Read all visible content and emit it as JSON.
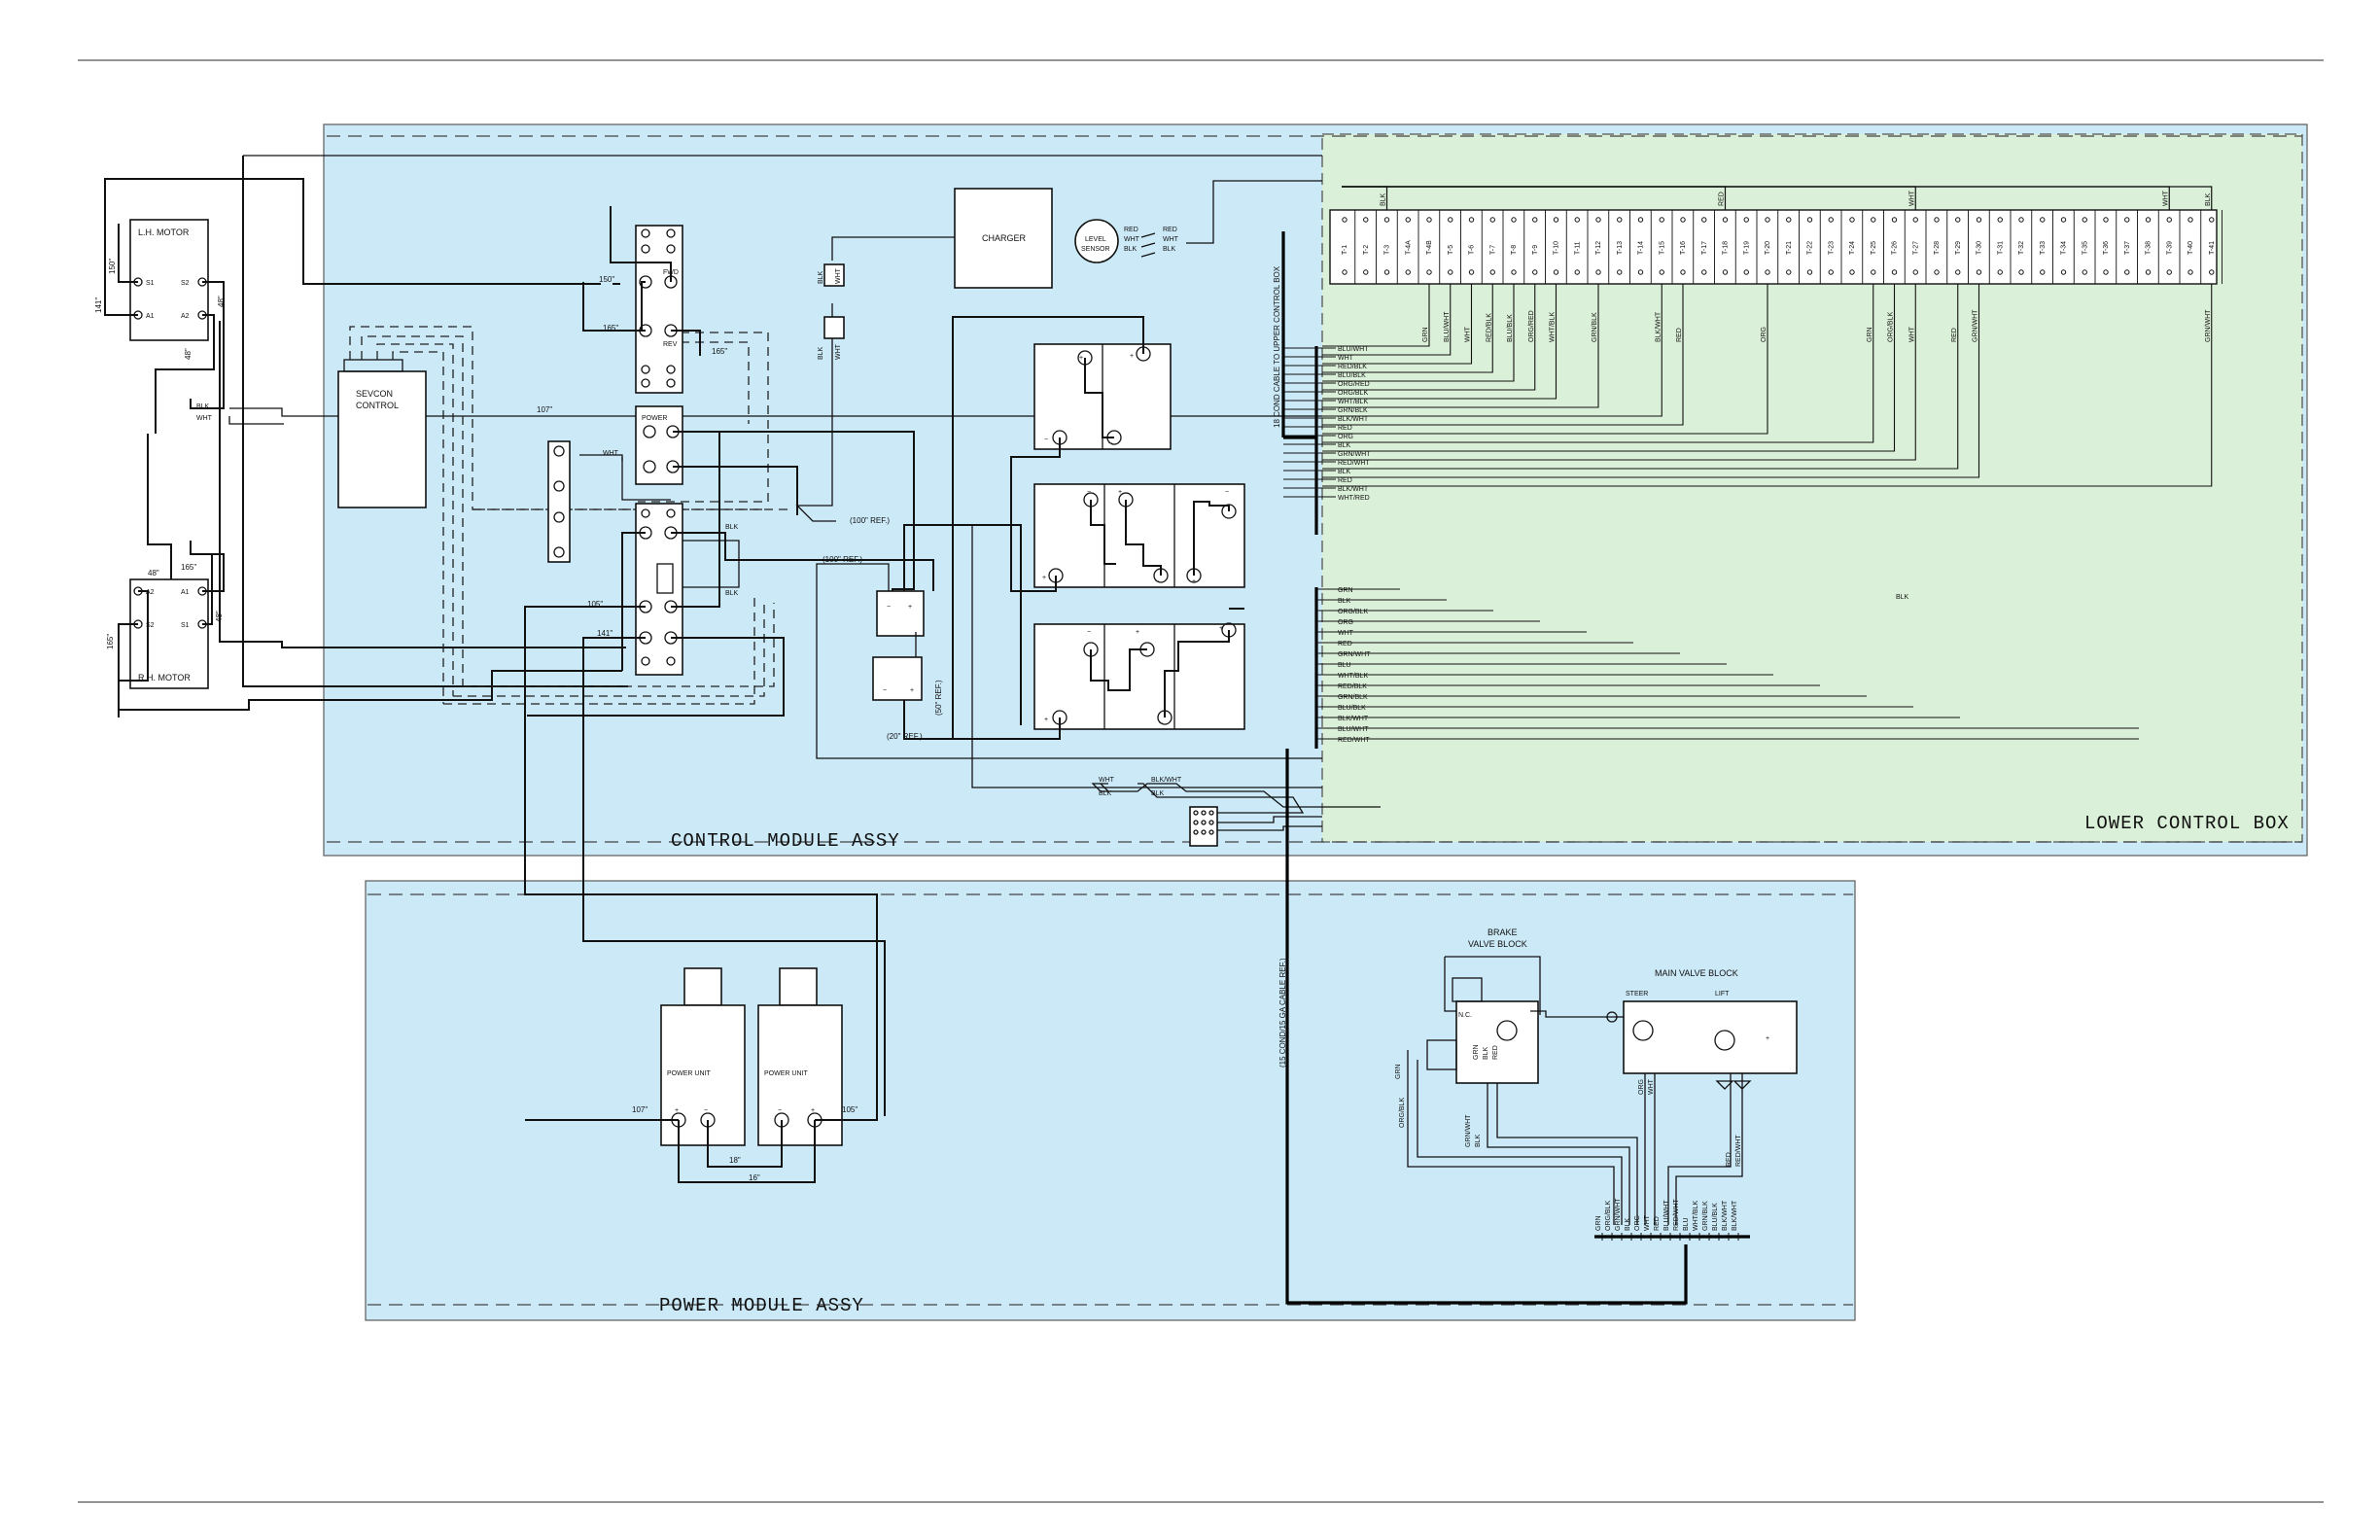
{
  "modules": {
    "control": "CONTROL MODULE ASSY",
    "lower": "LOWER CONTROL BOX",
    "power": "POWER MODULE ASSY"
  },
  "components": {
    "lh_motor": "L.H. MOTOR",
    "rh_motor": "R.H. MOTOR",
    "sevcon": [
      "SEVCON",
      "CONTROL"
    ],
    "charger": "CHARGER",
    "level_sensor": [
      "LEVEL",
      "SENSOR"
    ],
    "power_unit": "POWER UNIT",
    "brake_valve": [
      "BRAKE",
      "VALVE BLOCK"
    ],
    "main_valve": "MAIN VALVE BLOCK",
    "steer": "STEER",
    "lift": "LIFT",
    "nc": "N.C.",
    "fwd": "FWD",
    "rev": "REV",
    "power_contactor": "POWER"
  },
  "cable_labels": {
    "upper_cable": "18 COND CABLE TO UPPER CONTROL BOX",
    "power_cable": "(15 COND/15 GA CABLE REF.)",
    "ref_100a": "(100\" REF.)",
    "ref_100b": "(100\" REF.)",
    "ref_50": "(50\" REF.)",
    "ref_20": "(20\" REF.)"
  },
  "lengths": {
    "l141_top": "141\"",
    "l150_lh": "150\"",
    "l48_a": "48\"",
    "l48_b": "48\"",
    "l48_c": "48\"",
    "l48_d": "48\"",
    "l165_rh": "165\"",
    "l165_mid": "165\"",
    "l165_right": "165\"",
    "l150_mid": "150\"",
    "l107": "107\"",
    "l105": "105\"",
    "l141_mid": "141\"",
    "l107_pu": "107\"",
    "l105_pu": "105\"",
    "l18": "18\"",
    "l16": "16\""
  },
  "motor_terminals": [
    "S1",
    "S2",
    "A1",
    "A2",
    "A2",
    "S2",
    "A1",
    "S1"
  ],
  "terminals": [
    "T-1",
    "T-2",
    "T-3",
    "T-4A",
    "T-4B",
    "T-5",
    "T-6",
    "T-7",
    "T-8",
    "T-9",
    "T-10",
    "T-11",
    "T-12",
    "T-13",
    "T-14",
    "T-15",
    "T-16",
    "T-17",
    "T-18",
    "T-19",
    "T-20",
    "T-21",
    "T-22",
    "T-23",
    "T-24",
    "T-25",
    "T-26",
    "T-27",
    "T-28",
    "T-29",
    "T-30",
    "T-31",
    "T-32",
    "T-33",
    "T-34",
    "T-35",
    "T-36",
    "T-37",
    "T-38",
    "T-39",
    "T-40",
    "T-41"
  ],
  "upper_wires": [
    "BLU/WHT",
    "WHT",
    "RED/BLK",
    "BLU/BLK",
    "ORG/RED",
    "ORG/BLK",
    "WHT/BLK",
    "GRN/BLK",
    "BLK/WHT",
    "RED",
    "ORG",
    "BLK",
    "GRN/WHT",
    "RED/WHT",
    "BLK",
    "RED",
    "BLK/WHT",
    "WHT/RED"
  ],
  "power_wires": [
    "GRN",
    "BLK",
    "ORG/BLK",
    "ORG",
    "WHT",
    "RED",
    "GRN/WHT",
    "BLU",
    "WHT/BLK",
    "RED/BLK",
    "GRN/BLK",
    "BLU/BLK",
    "BLK/WHT",
    "BLU/WHT",
    "RED/WHT"
  ],
  "drop_labels": [
    "GRN",
    "BLU/WHT",
    "WHT",
    "RED/BLK",
    "BLU/BLK",
    "ORG/RED",
    "WHT/BLK",
    "GRN/BLK",
    "BLK/WHT",
    "RED",
    "ORG",
    "GRN",
    "ORG/BLK",
    "WHT",
    "RED",
    "GRN/WHT",
    "GRN/WHT"
  ],
  "top_labels": [
    "BLK",
    "RED",
    "WHT",
    "WHT",
    "BLK"
  ],
  "sensor_wires": [
    "RED",
    "WHT",
    "BLK"
  ],
  "small_labels": {
    "blk": "BLK",
    "wht": "WHT",
    "blk_wht": "BLK/WHT",
    "grn": "GRN",
    "org_blk": "ORG/BLK",
    "red": "RED",
    "org": "ORG",
    "red_wht": "RED/WHT",
    "grn_wht": "GRN/WHT"
  },
  "bottom_harness": [
    "GRN",
    "ORG/BLK",
    "GRN/WHT",
    "BLK",
    "ORG",
    "WHT",
    "RED",
    "BLU/WHT",
    "RED/WHT",
    "BLU",
    "WHT/BLK",
    "GRN/BLK",
    "BLU/BLK",
    "BLK/WHT",
    "BLK/WHT"
  ]
}
